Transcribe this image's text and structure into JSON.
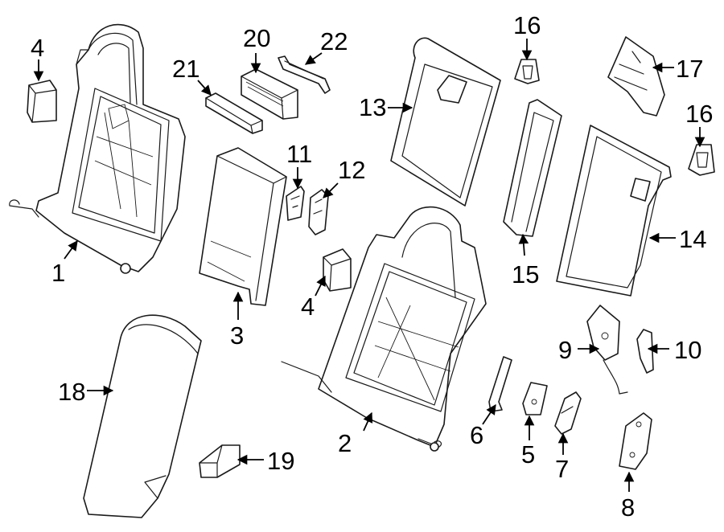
{
  "diagram": {
    "background": "#ffffff",
    "line_color": "#1a1a1a",
    "callouts": [
      {
        "id": "c1",
        "label": "1"
      },
      {
        "id": "c2",
        "label": "2"
      },
      {
        "id": "c3",
        "label": "3"
      },
      {
        "id": "c4a",
        "label": "4"
      },
      {
        "id": "c4b",
        "label": "4"
      },
      {
        "id": "c5",
        "label": "5"
      },
      {
        "id": "c6",
        "label": "6"
      },
      {
        "id": "c7",
        "label": "7"
      },
      {
        "id": "c8",
        "label": "8"
      },
      {
        "id": "c9",
        "label": "9"
      },
      {
        "id": "c10",
        "label": "10"
      },
      {
        "id": "c11",
        "label": "11"
      },
      {
        "id": "c12",
        "label": "12"
      },
      {
        "id": "c13",
        "label": "13"
      },
      {
        "id": "c14",
        "label": "14"
      },
      {
        "id": "c15",
        "label": "15"
      },
      {
        "id": "c16a",
        "label": "16"
      },
      {
        "id": "c16b",
        "label": "16"
      },
      {
        "id": "c17",
        "label": "17"
      },
      {
        "id": "c18",
        "label": "18"
      },
      {
        "id": "c19",
        "label": "19"
      },
      {
        "id": "c20",
        "label": "20"
      },
      {
        "id": "c21",
        "label": "21"
      },
      {
        "id": "c22",
        "label": "22"
      }
    ]
  }
}
